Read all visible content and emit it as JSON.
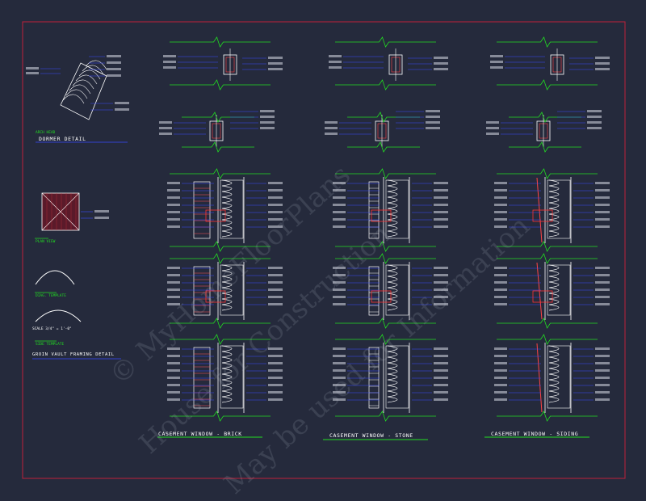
{
  "sheet": {
    "details": {
      "dormer": {
        "note": "ARCH HEAD",
        "title": "DORMER DETAIL"
      },
      "groin_vault": {
        "title": "GROIN VAULT FRAMING DETAIL",
        "scale": "SCALE 3/4\" = 1'-0\"",
        "notes": [
          "PLAN VIEW",
          "DIAG. TEMPLATE",
          "SIDE TEMPLATE"
        ]
      },
      "columns": [
        {
          "title": "CASEMENT WINDOW - BRICK"
        },
        {
          "title": "CASEMENT WINDOW - STONE"
        },
        {
          "title": "CASEMENT WINDOW - SIDING"
        }
      ]
    },
    "watermark": {
      "line1": "© MyHomeFloorPlans",
      "line2": "House for Construction",
      "line3": "May be used for Information"
    },
    "colors": {
      "background": "#252a3c",
      "border": "#c0203a",
      "leader": "#3a4bff",
      "linework": "#ffffff",
      "title_underline": "#22dd22",
      "section_cut": "#ff3333"
    }
  }
}
